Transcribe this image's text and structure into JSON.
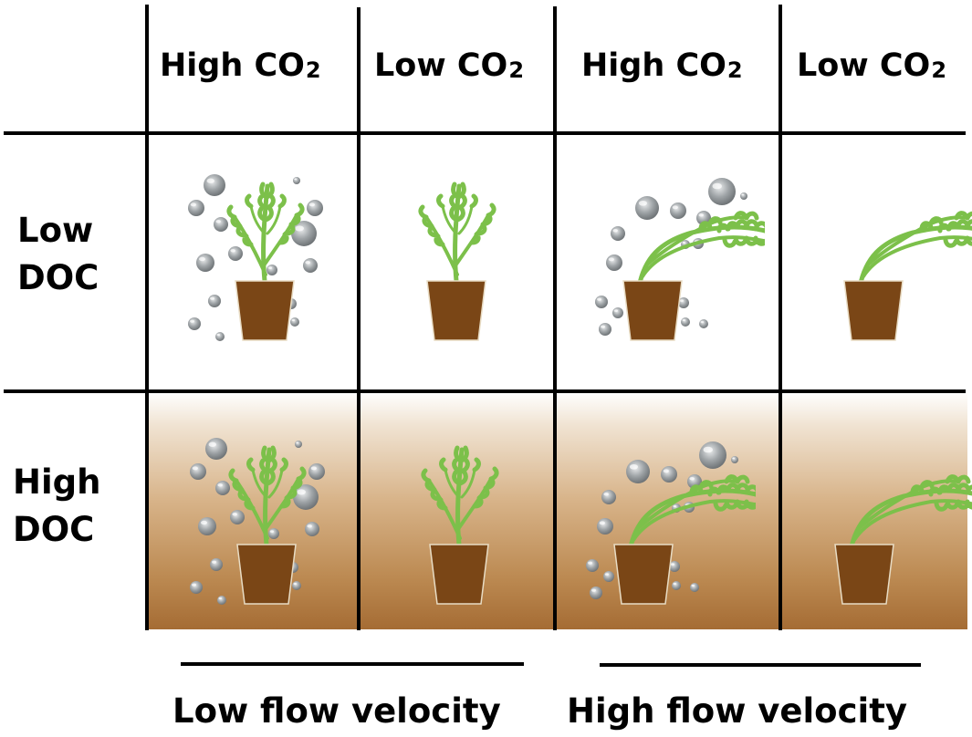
{
  "columns": [
    {
      "prefix": "High CO",
      "sub": "2"
    },
    {
      "prefix": "Low CO",
      "sub": "2"
    },
    {
      "prefix": "High CO",
      "sub": "2"
    },
    {
      "prefix": "Low CO",
      "sub": "2"
    }
  ],
  "rows": [
    {
      "line1": "Low",
      "line2": "DOC"
    },
    {
      "line1": "High",
      "line2": "DOC"
    }
  ],
  "flow_groups": [
    "Low flow velocity",
    "High flow velocity"
  ],
  "colors": {
    "plant_green": "#7cc04a",
    "pot_brown": "#7a4616",
    "bubble_grey": "#9ea3a6",
    "sediment_brown": "#a56c34"
  },
  "icons": [
    "plant-icon",
    "pot-icon",
    "bubble-icon"
  ]
}
